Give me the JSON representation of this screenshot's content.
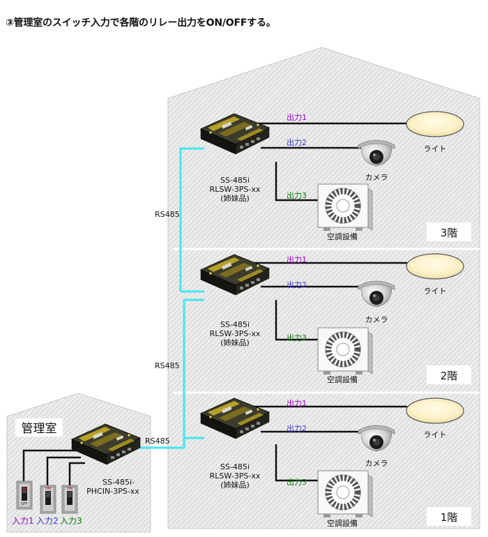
{
  "heading": "③管理室のスイッチ入力で各階のリレー出力をON/OFFする。",
  "colors": {
    "rs485_line": "#44e6f0",
    "output1": "#9a00d0",
    "output2": "#3838d8",
    "output3": "#0a7a0a",
    "input1": "#9a00d0",
    "input2": "#3838d8",
    "input3": "#0a7a0a",
    "hatch_bg": "#e9e9e9",
    "hatch_line": "#cfcfcf"
  },
  "control_room": {
    "title": "管理室",
    "device_label_line1": "SS-485i-",
    "device_label_line2": "PHCIN-3PS-xx",
    "switch_on": "ON",
    "switch_off": "OFF",
    "inputs": [
      "入力1",
      "入力2",
      "入力3"
    ]
  },
  "rs485_label": "RS485",
  "floors": [
    {
      "name": "3階",
      "device_lines": [
        "SS-485i",
        "RLSW-3PS-xx",
        "(姉妹品)"
      ],
      "outputs": [
        "出力1",
        "出力2",
        "出力3"
      ],
      "loads": [
        "ライト",
        "カメラ",
        "空調設備"
      ]
    },
    {
      "name": "2階",
      "device_lines": [
        "SS-485i",
        "RLSW-3PS-xx",
        "(姉妹品)"
      ],
      "outputs": [
        "出力1",
        "出力2",
        "出力3"
      ],
      "loads": [
        "ライト",
        "カメラ",
        "空調設備"
      ]
    },
    {
      "name": "1階",
      "device_lines": [
        "SS-485i",
        "RLSW-3PS-xx",
        "(姉妹品)"
      ],
      "outputs": [
        "出力1",
        "出力2",
        "出力3"
      ],
      "loads": [
        "ライト",
        "カメラ",
        "空調設備"
      ]
    }
  ]
}
